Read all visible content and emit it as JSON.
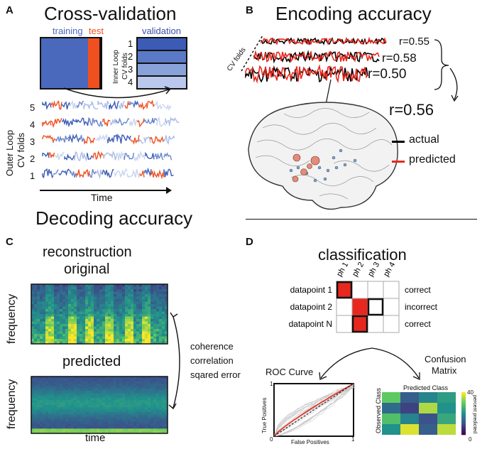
{
  "panel_a": {
    "letter": "A",
    "title": "Cross-validation",
    "training_label": "training",
    "test_label": "test",
    "validation_label": "validation",
    "inner_loop_label": "Inner Loop",
    "inner_cv_label": "CV folds",
    "inner_folds": [
      "1",
      "2",
      "3",
      "4"
    ],
    "outer_loop_label": "Outer Loop",
    "outer_cv_label": "CV folds",
    "outer_folds": [
      "5",
      "4",
      "3",
      "2",
      "1"
    ],
    "time_label": "Time",
    "colors": {
      "training": "#4a69bd",
      "test": "#f0501e",
      "validation": "#3b4fa8"
    }
  },
  "panel_b": {
    "letter": "B",
    "title": "Encoding accuracy",
    "cv_folds_label": "CV folds",
    "r_values": [
      "r=0.55",
      "r=0.58",
      "r=0.50"
    ],
    "mean_r": "r=0.56",
    "legend": {
      "actual": "actual",
      "predicted": "predicted"
    },
    "colors": {
      "actual": "#000000",
      "predicted": "#e8281e"
    }
  },
  "decoding_title": "Decoding accuracy",
  "panel_c": {
    "letter": "C",
    "reconstruction_label": "reconstruction",
    "original_label": "original",
    "predicted_label": "predicted",
    "ylabel": "frequency",
    "xlabel": "time",
    "metrics": [
      "coherence",
      "correlation",
      "sqared error"
    ]
  },
  "panel_d": {
    "letter": "D",
    "title": "classification",
    "columns": [
      "ph 1",
      "ph 2",
      "ph 3",
      "ph 4"
    ],
    "rows": [
      {
        "label": "datapoint 1",
        "result": "correct"
      },
      {
        "label": "datapoint 2",
        "result": "incorrect"
      },
      {
        "label": "datapoint N",
        "result": "correct"
      }
    ],
    "roc_title": "ROC Curve",
    "roc_xlabel": "False Positives",
    "roc_ylabel": "True Positives",
    "roc_ticks": {
      "x0": "0",
      "x1": "1",
      "y1": "1"
    },
    "confusion_title_1": "Confusion",
    "confusion_title_2": "Matrix",
    "confusion_xlabel": "Predicted Class",
    "confusion_ylabel": "Observed Class",
    "colorbar_label": "percent predicted",
    "colorbar_ticks": {
      "max": "40",
      "min": "0"
    },
    "confusion_values": [
      [
        30,
        12,
        18,
        22
      ],
      [
        14,
        8,
        35,
        20
      ],
      [
        28,
        18,
        10,
        24
      ],
      [
        20,
        38,
        12,
        36
      ]
    ]
  }
}
